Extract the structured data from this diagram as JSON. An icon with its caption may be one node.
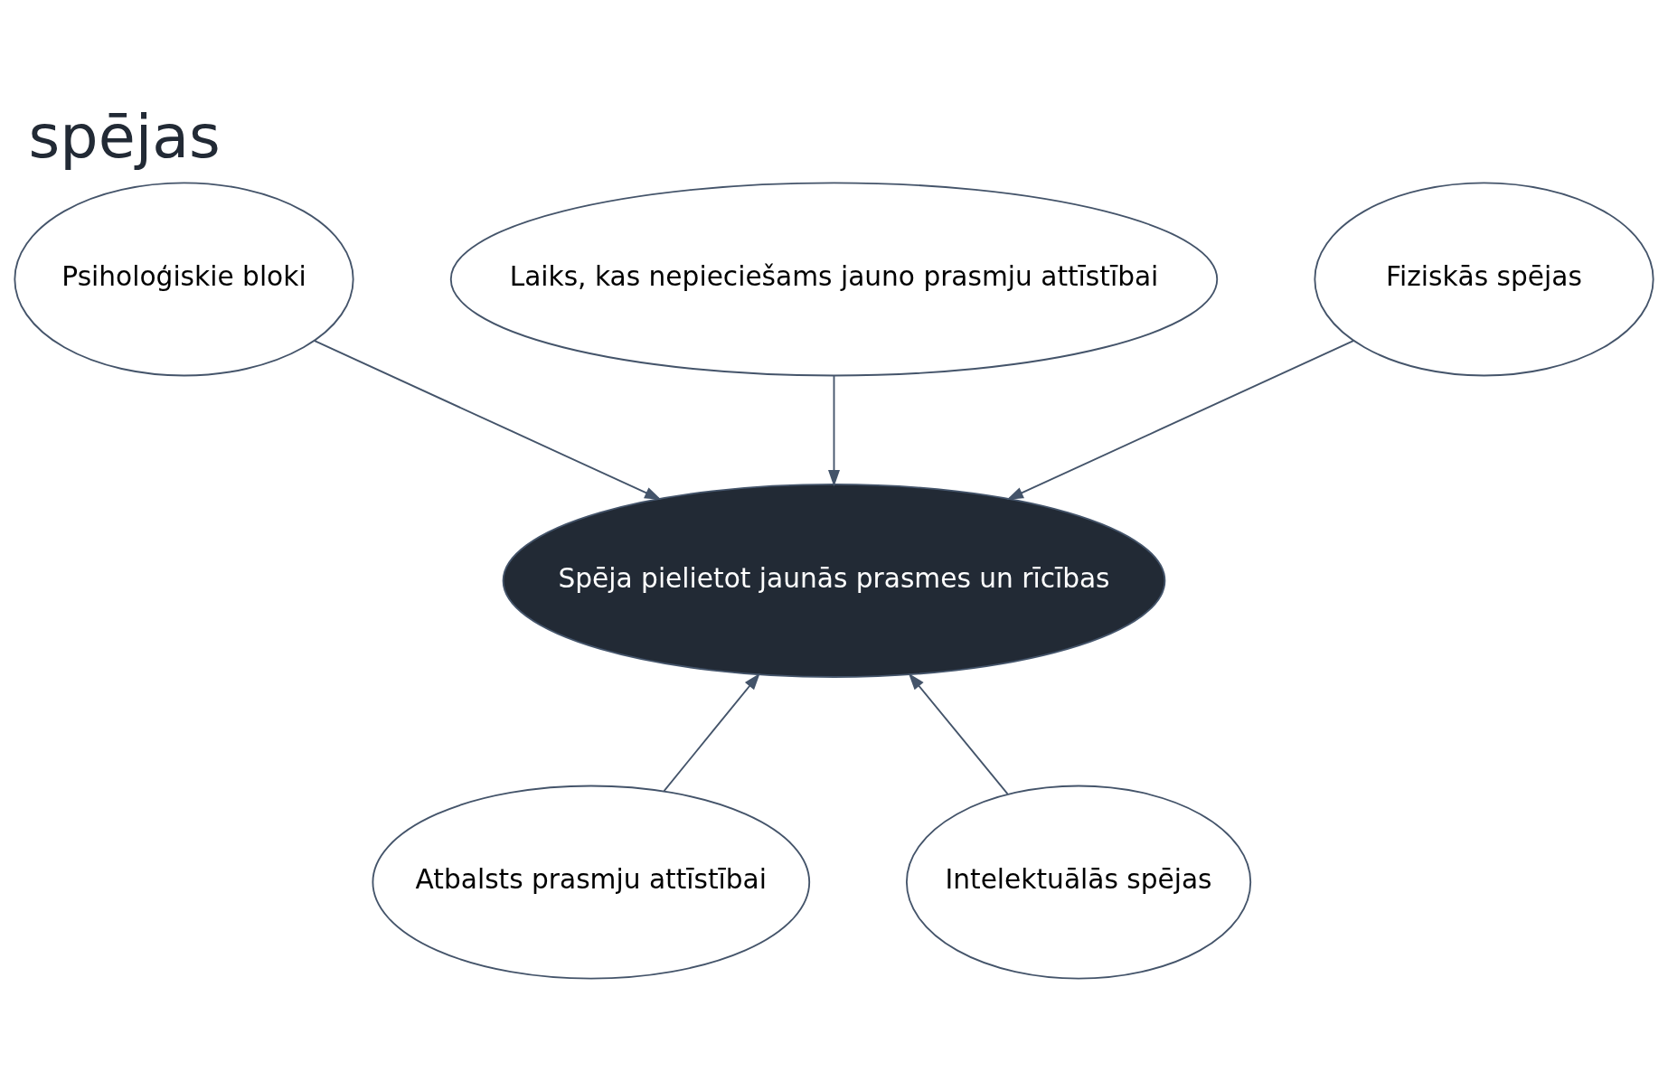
{
  "diagram": {
    "title": "spējas",
    "nodes": [
      {
        "text": [
          "Psiholoģiskie bloki"
        ]
      },
      {
        "text": [
          "Laiks, kas nepieciešams jauno prasmju attīstībai"
        ]
      },
      {
        "text": [
          "Fiziskās spējas"
        ]
      },
      {
        "text": [
          "Spēja pielietot jaunās prasmes un rīcības"
        ]
      },
      {
        "text": [
          "Atbalsts prasmju attīstībai"
        ]
      },
      {
        "text": [
          "Intelektuālās spējas"
        ]
      }
    ],
    "edges": [
      {
        "from": 0,
        "to": 3,
        "arrow": "to"
      },
      {
        "from": 1,
        "to": 3,
        "arrow": "to"
      },
      {
        "from": 2,
        "to": 3,
        "arrow": "to"
      },
      {
        "from": 4,
        "to": 3,
        "arrow": "to"
      },
      {
        "from": 5,
        "to": 3,
        "arrow": "to"
      }
    ]
  }
}
